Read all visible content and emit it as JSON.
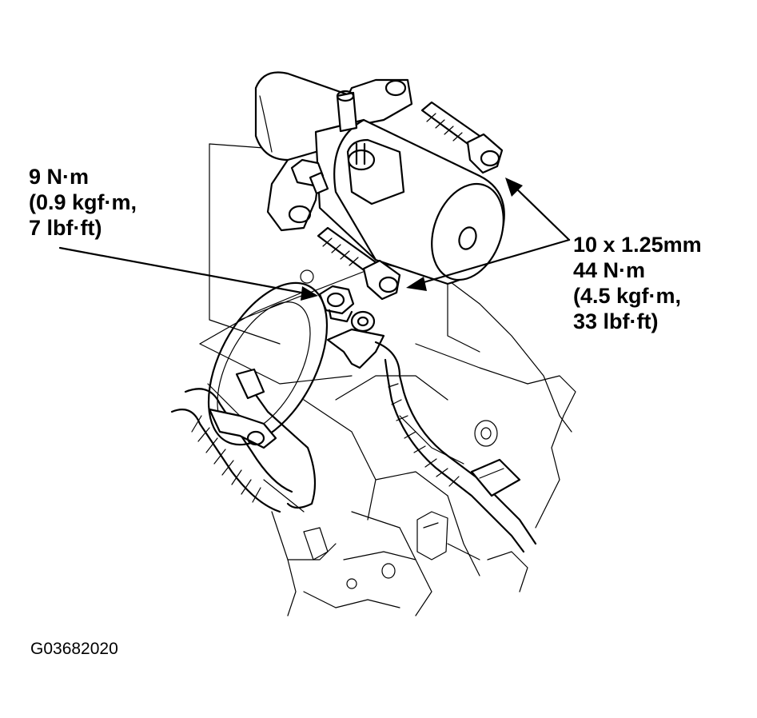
{
  "callouts": {
    "left": {
      "line1": "9 N·m",
      "line2": "(0.9 kgf·m,",
      "line3": "7 lbf·ft)"
    },
    "right": {
      "line1": "10 x 1.25mm",
      "line2": "44 N·m",
      "line3": "(4.5 kgf·m,",
      "line4": "33 lbf·ft)"
    }
  },
  "figure_id": "G03682020"
}
